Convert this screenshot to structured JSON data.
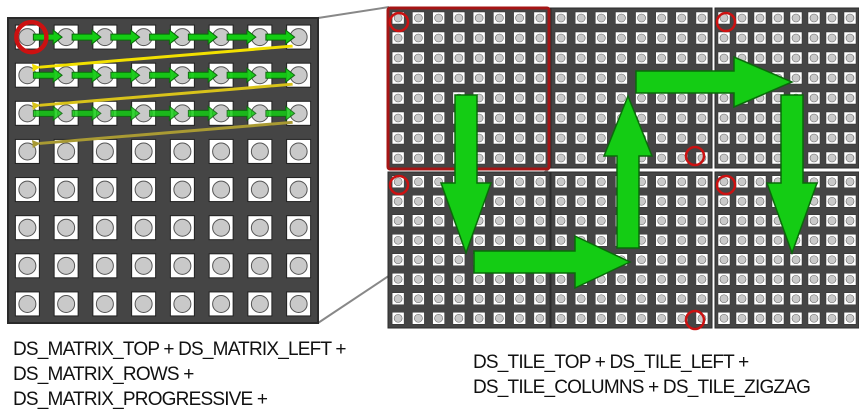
{
  "colors": {
    "background": "#ffffff",
    "panel": "#454545",
    "panel_border": "#2a2a2a",
    "pixel_square": "#ffffff",
    "pixel_dot": "#c9c9c9",
    "start_marker": "#cc1111",
    "arrow_green": "#14cc14",
    "arrow_outline": "#0a6a0a",
    "return_arrow_1": "#f2e000",
    "return_arrow_2": "#d8c21a",
    "return_arrow_3": "#a99a33",
    "zoom_lines": "#888888",
    "highlight_box": "#a51515"
  },
  "left_matrix": {
    "rows": 8,
    "columns": 8,
    "order": "rows",
    "direction": "progressive",
    "start": "top-left"
  },
  "tile_grid": {
    "rows": 2,
    "columns": 3,
    "pixels_per_tile_side": 8,
    "order": "columns",
    "direction": "zigzag",
    "start": "top-left"
  },
  "captions": {
    "left": [
      "DS_MATRIX_TOP + DS_MATRIX_LEFT +",
      "DS_MATRIX_ROWS +",
      "DS_MATRIX_PROGRESSIVE +"
    ],
    "right": [
      "DS_TILE_TOP + DS_TILE_LEFT +",
      "DS_TILE_COLUMNS + DS_TILE_ZIGZAG"
    ]
  }
}
